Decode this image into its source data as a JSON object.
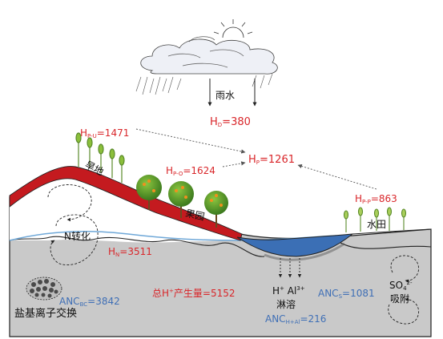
{
  "labels": {
    "rain": "雨水",
    "hd_var": "H",
    "hd_sub": "D",
    "hd_val": "=380",
    "hp_var": "H",
    "hp_sub": "P",
    "hp_val": "=1261",
    "hpu_var": "H",
    "hpu_sub": "P-U",
    "hpu_val": "=1471",
    "hpo_var": "H",
    "hpo_sub": "P-O",
    "hpo_val": "=1624",
    "hpp_var": "H",
    "hpp_sub": "P-P",
    "hpp_val": "=863",
    "upland": "旱地",
    "orchard": "果园",
    "paddy": "水田",
    "n_conv": "N转化",
    "hn_var": "H",
    "hn_sub": "N",
    "hn_val": "=3511",
    "anc_bc_var": "ANC",
    "anc_bc_sub": "BC",
    "anc_bc_val": "=3842",
    "cation_exchange": "盐基离子交换",
    "total_h_pre": "总H",
    "total_h_sup": "+",
    "total_h_post": "产生量=5152",
    "h_ion": "H",
    "h_ion_sup": "+",
    "al_ion": "Al",
    "al_ion_sup": "3+",
    "leaching": "淋溶",
    "anc_hal_var": "ANC",
    "anc_hal_sub": "H+Al",
    "anc_hal_val": "=216",
    "anc_s_var": "ANC",
    "anc_s_sub": "S",
    "anc_s_val": "=1081",
    "so4_pre": "SO",
    "so4_sub": "4",
    "so4_sup": "2-",
    "adsorption": "吸附"
  },
  "colors": {
    "flux_red": "#d9262a",
    "anc_blue": "#3f6fb6",
    "soil_grey": "#c8c8c8",
    "upland_red": "#c41a1f",
    "water_blue": "#3b6fb5",
    "groundwater_line": "#6fa8d8",
    "tree_green": "#4f8f2a",
    "fruit_orange": "#f0901e"
  }
}
